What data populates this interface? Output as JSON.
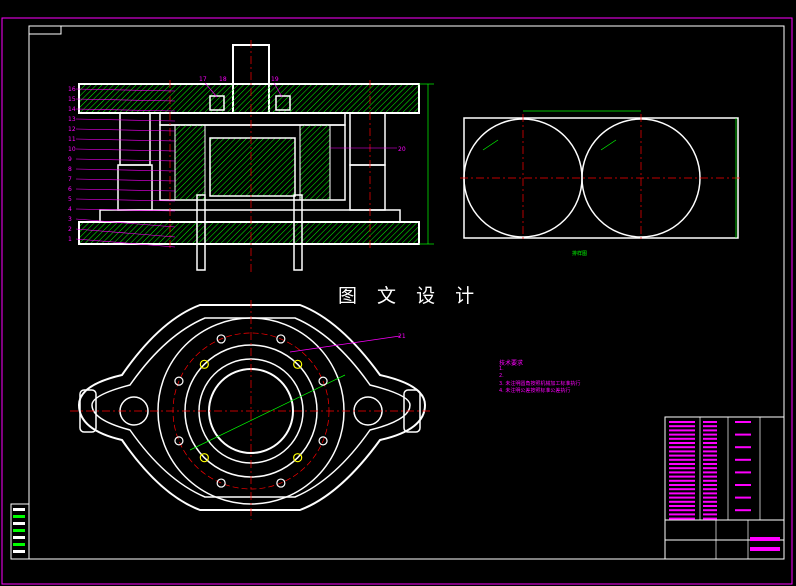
{
  "watermark": {
    "text": "图 文 设 计"
  },
  "colors": {
    "background": "#000000",
    "frame": "#ff00ff",
    "outline": "#ffffff",
    "hatch": "#00ff00",
    "center_line": "#ff0000",
    "dimension": "#00ff00",
    "leader": "#ff00ff",
    "bolt_circle": "#ffff00"
  },
  "section_view": {
    "part_numbers_left": [
      "16",
      "15",
      "14",
      "13",
      "12",
      "11",
      "10",
      "9",
      "8",
      "7",
      "6",
      "5",
      "4",
      "3",
      "2",
      "1"
    ],
    "part_numbers_top": [
      "17",
      "18",
      "19"
    ],
    "part_number_right": "20"
  },
  "blank_view": {
    "label": "排样图"
  },
  "plan_view": {
    "part_number": "21"
  },
  "tech_notes": {
    "title": "技术要求",
    "lines": [
      "1.",
      "2.",
      "3. 未注明圆角按照机械加工标准执行",
      "4. 未注明公差按照标准公差执行"
    ]
  },
  "title_block": {
    "icons": [
      "revision-table",
      "bom-table",
      "signature-block"
    ]
  }
}
